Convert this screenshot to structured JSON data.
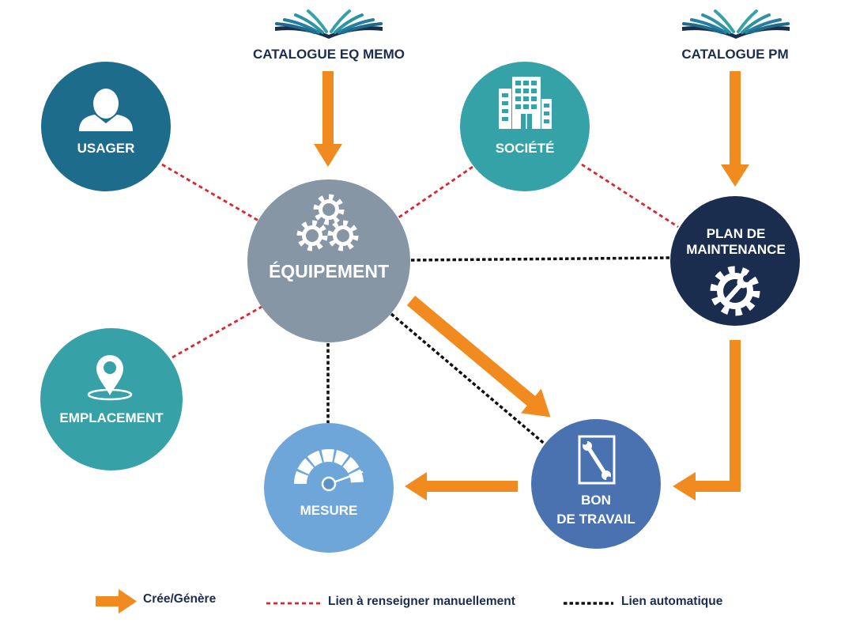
{
  "catalogues": {
    "eq_memo": {
      "label": "CATALOGUE EQ MEMO",
      "icon": "open-book-icon"
    },
    "pm": {
      "label": "CATALOGUE PM",
      "icon": "open-book-icon"
    }
  },
  "nodes": {
    "usager": {
      "label": "USAGER",
      "icon": "user-icon"
    },
    "societe": {
      "label": "SOCIÉTÉ",
      "icon": "building-icon"
    },
    "equipement": {
      "label": "ÉQUIPEMENT",
      "icon": "gears-icon"
    },
    "plan_maintenance": {
      "label_lines": [
        "PLAN DE",
        "MAINTENANCE"
      ],
      "icon": "gear-wrench-icon"
    },
    "emplacement": {
      "label": "EMPLACEMENT",
      "icon": "location-pin-icon"
    },
    "mesure": {
      "label": "MESURE",
      "icon": "gauge-icon"
    },
    "bon_de_travail": {
      "label_lines": [
        "BON",
        "DE TRAVAIL"
      ],
      "icon": "clipboard-wrench-icon"
    }
  },
  "legend": {
    "creates": "Crée/Génère",
    "manual_link": "Lien à renseigner manuellement",
    "auto_link": "Lien automatique"
  },
  "colors": {
    "usager": "#1e6c8b",
    "societe": "#35a2a8",
    "equipement": "#8796a5",
    "plan_maintenance": "#1b2d4f",
    "emplacement": "#36a2a8",
    "mesure": "#6ea6da",
    "bon_de_travail": "#4a72b1",
    "arrow": "#f28b1f",
    "manual_link": "#d9262f",
    "auto_link": "#111111"
  }
}
